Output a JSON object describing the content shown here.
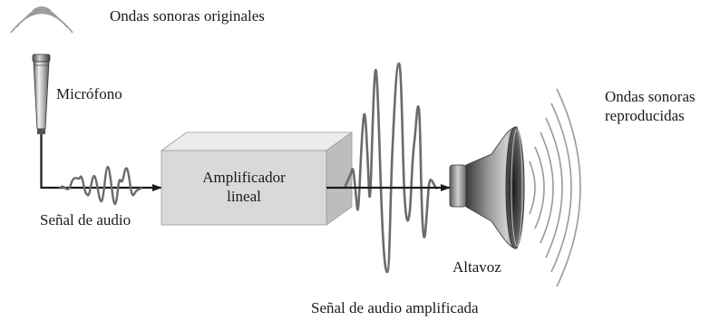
{
  "labels": {
    "original_waves": "Ondas sonoras originales",
    "microphone": "Micrófono",
    "audio_signal": "Señal de audio",
    "amplifier_line1": "Amplificador",
    "amplifier_line2": "lineal",
    "amplified_signal": "Señal de audio amplificada",
    "speaker": "Altavoz",
    "reproduced_waves_line1": "Ondas sonoras",
    "reproduced_waves_line2": "reproducidas"
  },
  "colors": {
    "line": "#1a1a1a",
    "wave": "#6b6b6b",
    "amplifier_face": "#d9d9d9",
    "amplifier_top": "#ececec",
    "amplifier_side": "#bdbdbd"
  }
}
